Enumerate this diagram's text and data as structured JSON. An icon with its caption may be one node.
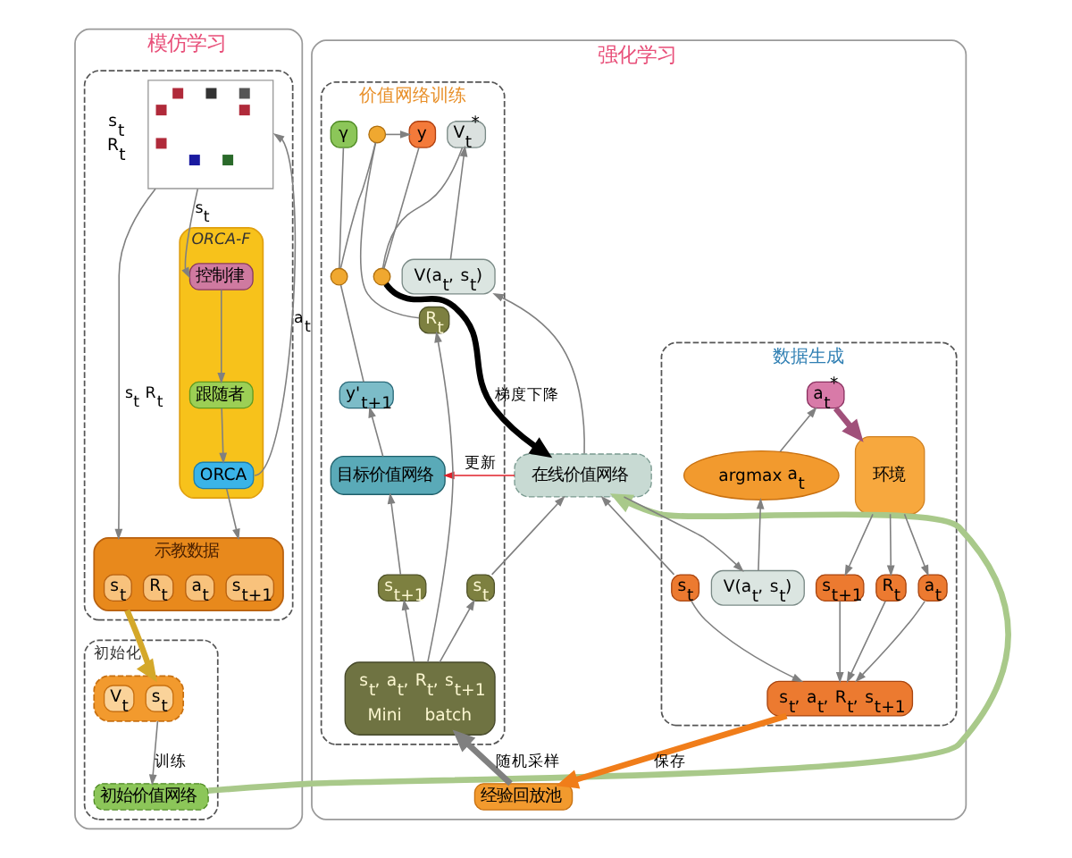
{
  "diagram": {
    "nodes": [
      {
        "text": [
          "模仿学习"
        ]
      },
      {
        "text": [],
        "shape": "box",
        "in": 0
      },
      {
        "text": [],
        "shape": "picture",
        "in": 1
      },
      {
        "text": [
          "ORCA-F"
        ],
        "in": 1
      },
      {
        "text": [
          "控制律"
        ],
        "in": 3
      },
      {
        "text": [
          "跟随者"
        ],
        "in": 3
      },
      {
        "text": [
          "ORCA"
        ],
        "in": 3
      },
      {
        "text": [
          "示教数据"
        ],
        "in": 1
      },
      {
        "text": [
          "s$_{t}$"
        ],
        "in": 7
      },
      {
        "text": [
          "a$_{t}$"
        ],
        "in": 7
      },
      {
        "text": [
          "R$_{t}$"
        ],
        "in": 7
      },
      {
        "text": [
          "s$_{t+1}$"
        ],
        "in": 7
      },
      {
        "text": [
          "初始化"
        ],
        "in": 0
      },
      {
        "text": [],
        "shape": "box",
        "in": 12
      },
      {
        "text": [
          "s$_{t}$"
        ],
        "in": 13
      },
      {
        "text": [
          "V$_{t}$"
        ],
        "in": 13
      },
      {
        "text": [
          "初始价值网络"
        ],
        "in": 12
      },
      {
        "text": [
          "强化学习"
        ]
      },
      {
        "text": [
          "数据生成"
        ],
        "in": 17
      },
      {
        "text": [
          "环境"
        ],
        "in": 18
      },
      {
        "text": [
          "a$_{t}$$^{*}$"
        ],
        "in": 18
      },
      {
        "text": [
          "argmax a$_{t}$"
        ],
        "in": 18
      },
      {
        "text": [
          "V(a$_{t}$, s$_{t}$)"
        ],
        "in": 18
      },
      {
        "text": [
          "s$_{t+1}$"
        ],
        "in": 18
      },
      {
        "text": [
          "R$_{t}$"
        ],
        "in": 18
      },
      {
        "text": [
          "a$_{t}$"
        ],
        "in": 18
      },
      {
        "text": [
          "s$_{t}$"
        ],
        "in": 18
      },
      {
        "text": [
          "s$_{t}$, a$_{t}$, R$_{t}$, s$_{t+1}$"
        ],
        "in": 18
      },
      {
        "text": [
          "在线价值网络"
        ],
        "in": 17
      },
      {
        "text": [
          "价值网络训练"
        ],
        "in": 17
      },
      {
        "text": [
          "y"
        ],
        "in": 29
      },
      {
        "text": [],
        "shape": "circle",
        "in": 29
      },
      {
        "text": [
          "V$_{t}$$^{*}$"
        ],
        "in": 29
      },
      {
        "text": [],
        "shape": "circle",
        "in": 29
      },
      {
        "text": [],
        "shape": "circle",
        "in": 29
      },
      {
        "text": [
          "γ"
        ],
        "in": 29
      },
      {
        "text": [
          "y'$_{t+1}$"
        ],
        "in": 29
      },
      {
        "text": [
          "V(a$_{t}$, s$_{t}$)"
        ],
        "in": 29
      },
      {
        "text": [
          "目标价值网络"
        ],
        "in": 29
      },
      {
        "text": [
          "s$_{t}$"
        ],
        "in": 29
      },
      {
        "text": [
          "s$_{t+1}$"
        ],
        "in": 29
      },
      {
        "text": [
          "R$_{t}$"
        ],
        "in": 29
      },
      {
        "text": [
          "s$_{t}$, a$_{t}$, R$_{t}$, s$_{t+1}$",
          "Mini batch"
        ],
        "in": 29
      },
      {
        "text": [
          "经验回放池"
        ],
        "in": 17
      }
    ],
    "edges": [
      {
        "from": 2,
        "to": 4,
        "arrow": "to",
        "label": "s$_{t}$"
      },
      {
        "from": 2,
        "to": 7,
        "arrow": "to",
        "label": "s$_{t}$ R$_{t}$"
      },
      {
        "from": 4,
        "to": 5,
        "arrow": "to"
      },
      {
        "from": 5,
        "to": 6,
        "arrow": "to"
      },
      {
        "from": 6,
        "to": 2,
        "arrow": "to",
        "label": "a$_{t}$"
      },
      {
        "from": 6,
        "to": 7,
        "arrow": "to"
      },
      {
        "from": 7,
        "to": 13,
        "arrow": "to",
        "style": "thick",
        "color": "#d4a82a"
      },
      {
        "from": 13,
        "to": 16,
        "arrow": "to",
        "label": "训练"
      },
      {
        "from": 16,
        "to": 28,
        "arrow": "to",
        "style": "thick",
        "color": "#a9c98a"
      },
      {
        "from": 20,
        "to": 19,
        "arrow": "to",
        "style": "thick",
        "color": "#a0507a"
      },
      {
        "from": 21,
        "to": 20,
        "arrow": "to"
      },
      {
        "from": 22,
        "to": 21,
        "arrow": "to"
      },
      {
        "from": 28,
        "to": 22,
        "arrow": "to"
      },
      {
        "from": 19,
        "to": 23,
        "arrow": "to"
      },
      {
        "from": 19,
        "to": 24,
        "arrow": "to"
      },
      {
        "from": 19,
        "to": 25,
        "arrow": "to"
      },
      {
        "from": 26,
        "to": 28,
        "arrow": "to"
      },
      {
        "from": 23,
        "to": 27,
        "arrow": "to"
      },
      {
        "from": 24,
        "to": 27,
        "arrow": "to"
      },
      {
        "from": 25,
        "to": 27,
        "arrow": "to"
      },
      {
        "from": 26,
        "to": 27,
        "arrow": "to"
      },
      {
        "from": 27,
        "to": 43,
        "arrow": "to",
        "label": "保存",
        "style": "thick",
        "color": "#f07d1a"
      },
      {
        "from": 43,
        "to": 42,
        "arrow": "to",
        "label": "随机采样",
        "style": "thick"
      },
      {
        "from": 42,
        "to": 39,
        "arrow": "to"
      },
      {
        "from": 42,
        "to": 40,
        "arrow": "to"
      },
      {
        "from": 42,
        "to": 41,
        "arrow": "to"
      },
      {
        "from": 39,
        "to": 28,
        "arrow": "to"
      },
      {
        "from": 40,
        "to": 38,
        "arrow": "to"
      },
      {
        "from": 28,
        "to": 37,
        "arrow": "to"
      },
      {
        "from": 37,
        "to": 32,
        "arrow": "to"
      },
      {
        "from": 32,
        "to": 33,
        "arrow": "none"
      },
      {
        "from": 30,
        "to": 33,
        "arrow": "none"
      },
      {
        "from": 33,
        "to": 28,
        "arrow": "to",
        "label": "梯度下降",
        "style": "thick",
        "color": "#000000"
      },
      {
        "from": 28,
        "to": 38,
        "arrow": "to",
        "label": "更新",
        "color": "#e0202a"
      },
      {
        "from": 38,
        "to": 36,
        "arrow": "to"
      },
      {
        "from": 36,
        "to": 34,
        "arrow": "none"
      },
      {
        "from": 35,
        "to": 34,
        "arrow": "none"
      },
      {
        "from": 34,
        "to": 31,
        "arrow": "none"
      },
      {
        "from": 41,
        "to": 31,
        "arrow": "none"
      },
      {
        "from": 31,
        "to": 30,
        "arrow": "to"
      }
    ],
    "labels": [
      "s$_{t}$ R$_{t}$"
    ]
  }
}
